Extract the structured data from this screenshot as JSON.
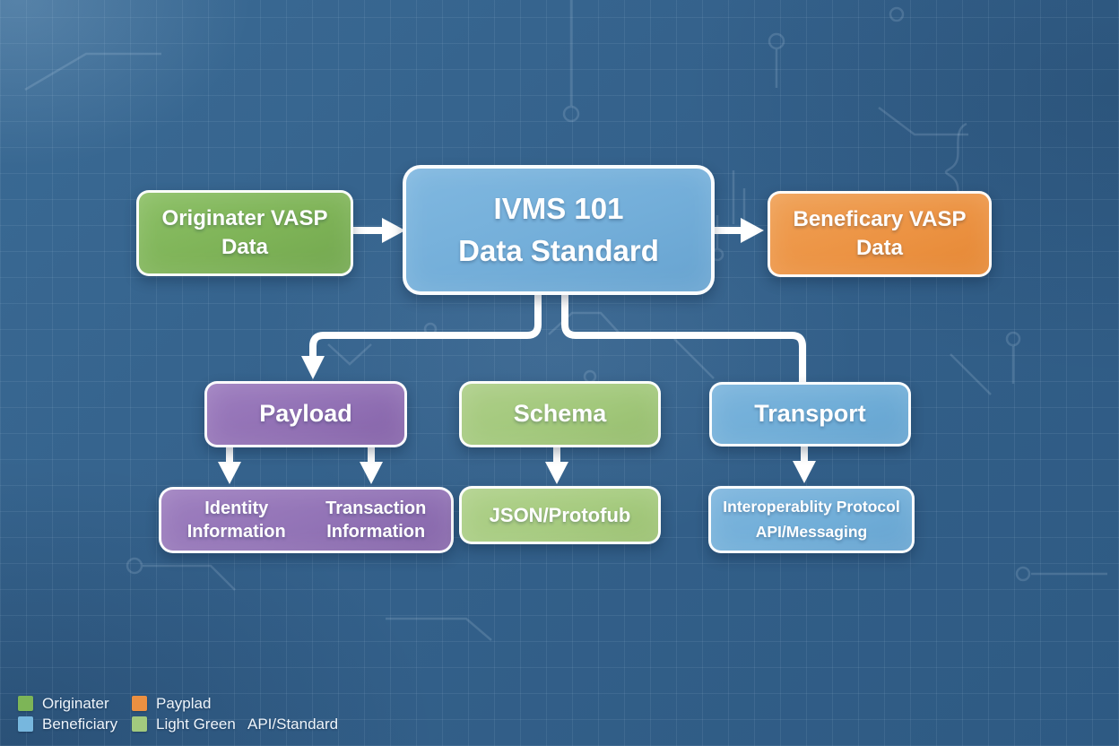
{
  "diagram": {
    "nodes": {
      "originator": {
        "label": "Originater VASP\nData",
        "color": "#7eb357"
      },
      "ivms": {
        "label": "IVMS 101\nData Standard",
        "color": "#73aed9"
      },
      "beneficiary": {
        "label": "Beneficary VASP\nData",
        "color": "#ec9343"
      },
      "payload": {
        "label": "Payload",
        "color": "#9170b4"
      },
      "schema": {
        "label": "Schema",
        "color": "#a2c87b"
      },
      "transport": {
        "label": "Transport",
        "color": "#6fadd7"
      },
      "identity": {
        "label": "Identity\nInformation"
      },
      "transaction": {
        "label": "Transaction\nInformation"
      },
      "schema_child": {
        "label": "JSON/Protofub",
        "color": "#a6cb7f"
      },
      "transport_child": {
        "label": "Interoperablity Protocol\nAPI/Messaging",
        "color": "#71aed8"
      }
    }
  },
  "legend": {
    "items": [
      {
        "label": "Originater",
        "swatch": "#7db557"
      },
      {
        "label": "Payplad",
        "swatch": "#ec9041"
      },
      {
        "label": "Beneficiary",
        "swatch": "#77b7de"
      },
      {
        "label": "Light Green",
        "swatch": "#a2c97e"
      },
      {
        "label": "API/Standard"
      }
    ]
  },
  "colors": {
    "background": "#34618b",
    "grid_line": "#3f6d96",
    "connector": "#ffffff"
  }
}
